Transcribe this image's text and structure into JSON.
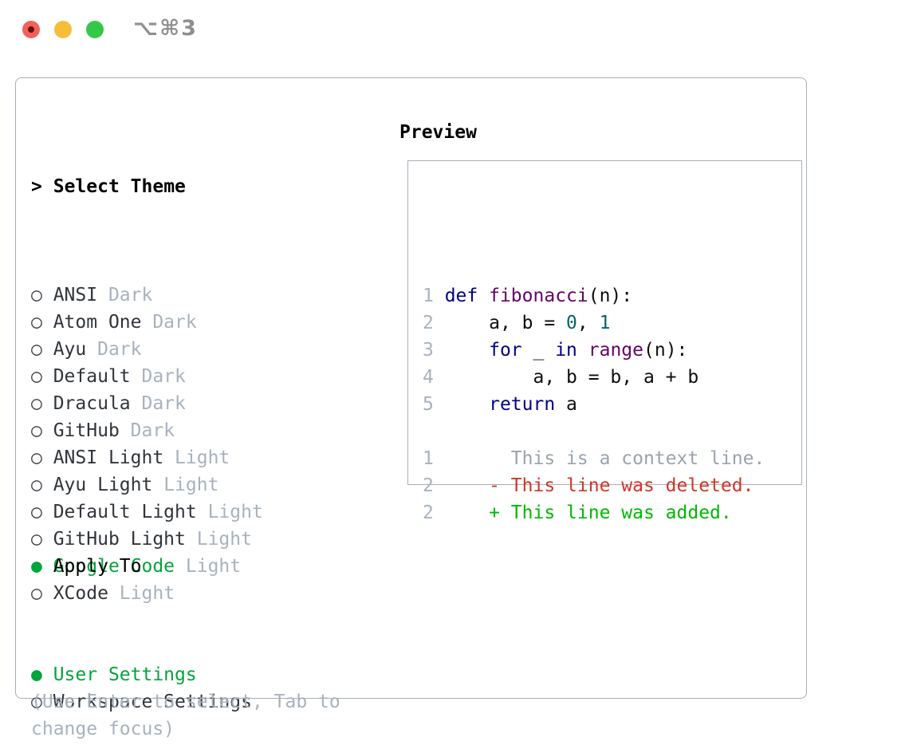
{
  "window": {
    "title": "⌥⌘3",
    "controls": [
      {
        "name": "close",
        "color": "#f4605a"
      },
      {
        "name": "minimize",
        "color": "#f6bd3a"
      },
      {
        "name": "zoom",
        "color": "#35c848"
      }
    ]
  },
  "markers": {
    "focused": ">",
    "selected": "●",
    "unselected": "○"
  },
  "colors": {
    "accent_green": "#00a53c",
    "muted_gray": "#a8b2bd",
    "border_gray": "#a9afb9",
    "keyword_blue": "#000088",
    "type_purple": "#660066",
    "literal_teal": "#006666",
    "diff_red": "#cf3527",
    "diff_green": "#00b800",
    "text_dark": "#30353b"
  },
  "sidebar": {
    "header": "Select Theme",
    "themes": [
      {
        "name": "ANSI",
        "variant": "Dark",
        "selected": false
      },
      {
        "name": "Atom One",
        "variant": "Dark",
        "selected": false
      },
      {
        "name": "Ayu",
        "variant": "Dark",
        "selected": false
      },
      {
        "name": "Default",
        "variant": "Dark",
        "selected": false
      },
      {
        "name": "Dracula",
        "variant": "Dark",
        "selected": false
      },
      {
        "name": "GitHub",
        "variant": "Dark",
        "selected": false
      },
      {
        "name": "ANSI Light",
        "variant": "Light",
        "selected": false
      },
      {
        "name": "Ayu Light",
        "variant": "Light",
        "selected": false
      },
      {
        "name": "Default Light",
        "variant": "Light",
        "selected": false
      },
      {
        "name": "GitHub Light",
        "variant": "Light",
        "selected": false
      },
      {
        "name": "Google Code",
        "variant": "Light",
        "selected": true
      },
      {
        "name": "XCode",
        "variant": "Light",
        "selected": false
      }
    ],
    "apply": {
      "header": "Apply To",
      "options": [
        {
          "name": "User Settings",
          "selected": true
        },
        {
          "name": "Workspace Settings",
          "selected": false
        }
      ]
    },
    "help_lines": [
      "(Use Enter to select, Tab to",
      "change focus)"
    ]
  },
  "preview": {
    "header": "Preview",
    "code_lines": [
      [
        {
          "s": "num",
          "t": "1 "
        },
        {
          "s": "kwd",
          "t": "def"
        },
        {
          "s": "pln",
          "t": " "
        },
        {
          "s": "typ",
          "t": "fibonacci"
        },
        {
          "s": "pln",
          "t": "(n):"
        }
      ],
      [
        {
          "s": "num",
          "t": "2 "
        },
        {
          "s": "pln",
          "t": "    a, b = "
        },
        {
          "s": "lit",
          "t": "0"
        },
        {
          "s": "pln",
          "t": ", "
        },
        {
          "s": "lit",
          "t": "1"
        }
      ],
      [
        {
          "s": "num",
          "t": "3 "
        },
        {
          "s": "pln",
          "t": "    "
        },
        {
          "s": "kwd",
          "t": "for"
        },
        {
          "s": "pln",
          "t": " _ "
        },
        {
          "s": "kwd",
          "t": "in"
        },
        {
          "s": "pln",
          "t": " "
        },
        {
          "s": "typ",
          "t": "range"
        },
        {
          "s": "pln",
          "t": "(n):"
        }
      ],
      [
        {
          "s": "num",
          "t": "4 "
        },
        {
          "s": "pln",
          "t": "        a, b = b, a + b"
        }
      ],
      [
        {
          "s": "num",
          "t": "5 "
        },
        {
          "s": "pln",
          "t": "    "
        },
        {
          "s": "kwd",
          "t": "return"
        },
        {
          "s": "pln",
          "t": " a"
        }
      ],
      [],
      [
        {
          "s": "num",
          "t": "1 "
        },
        {
          "s": "ctx",
          "t": "      This is a context line."
        }
      ],
      [
        {
          "s": "num",
          "t": "2 "
        },
        {
          "s": "del",
          "t": "    - This line was deleted."
        }
      ],
      [
        {
          "s": "num",
          "t": "2 "
        },
        {
          "s": "add",
          "t": "    + This line was added."
        }
      ]
    ]
  }
}
